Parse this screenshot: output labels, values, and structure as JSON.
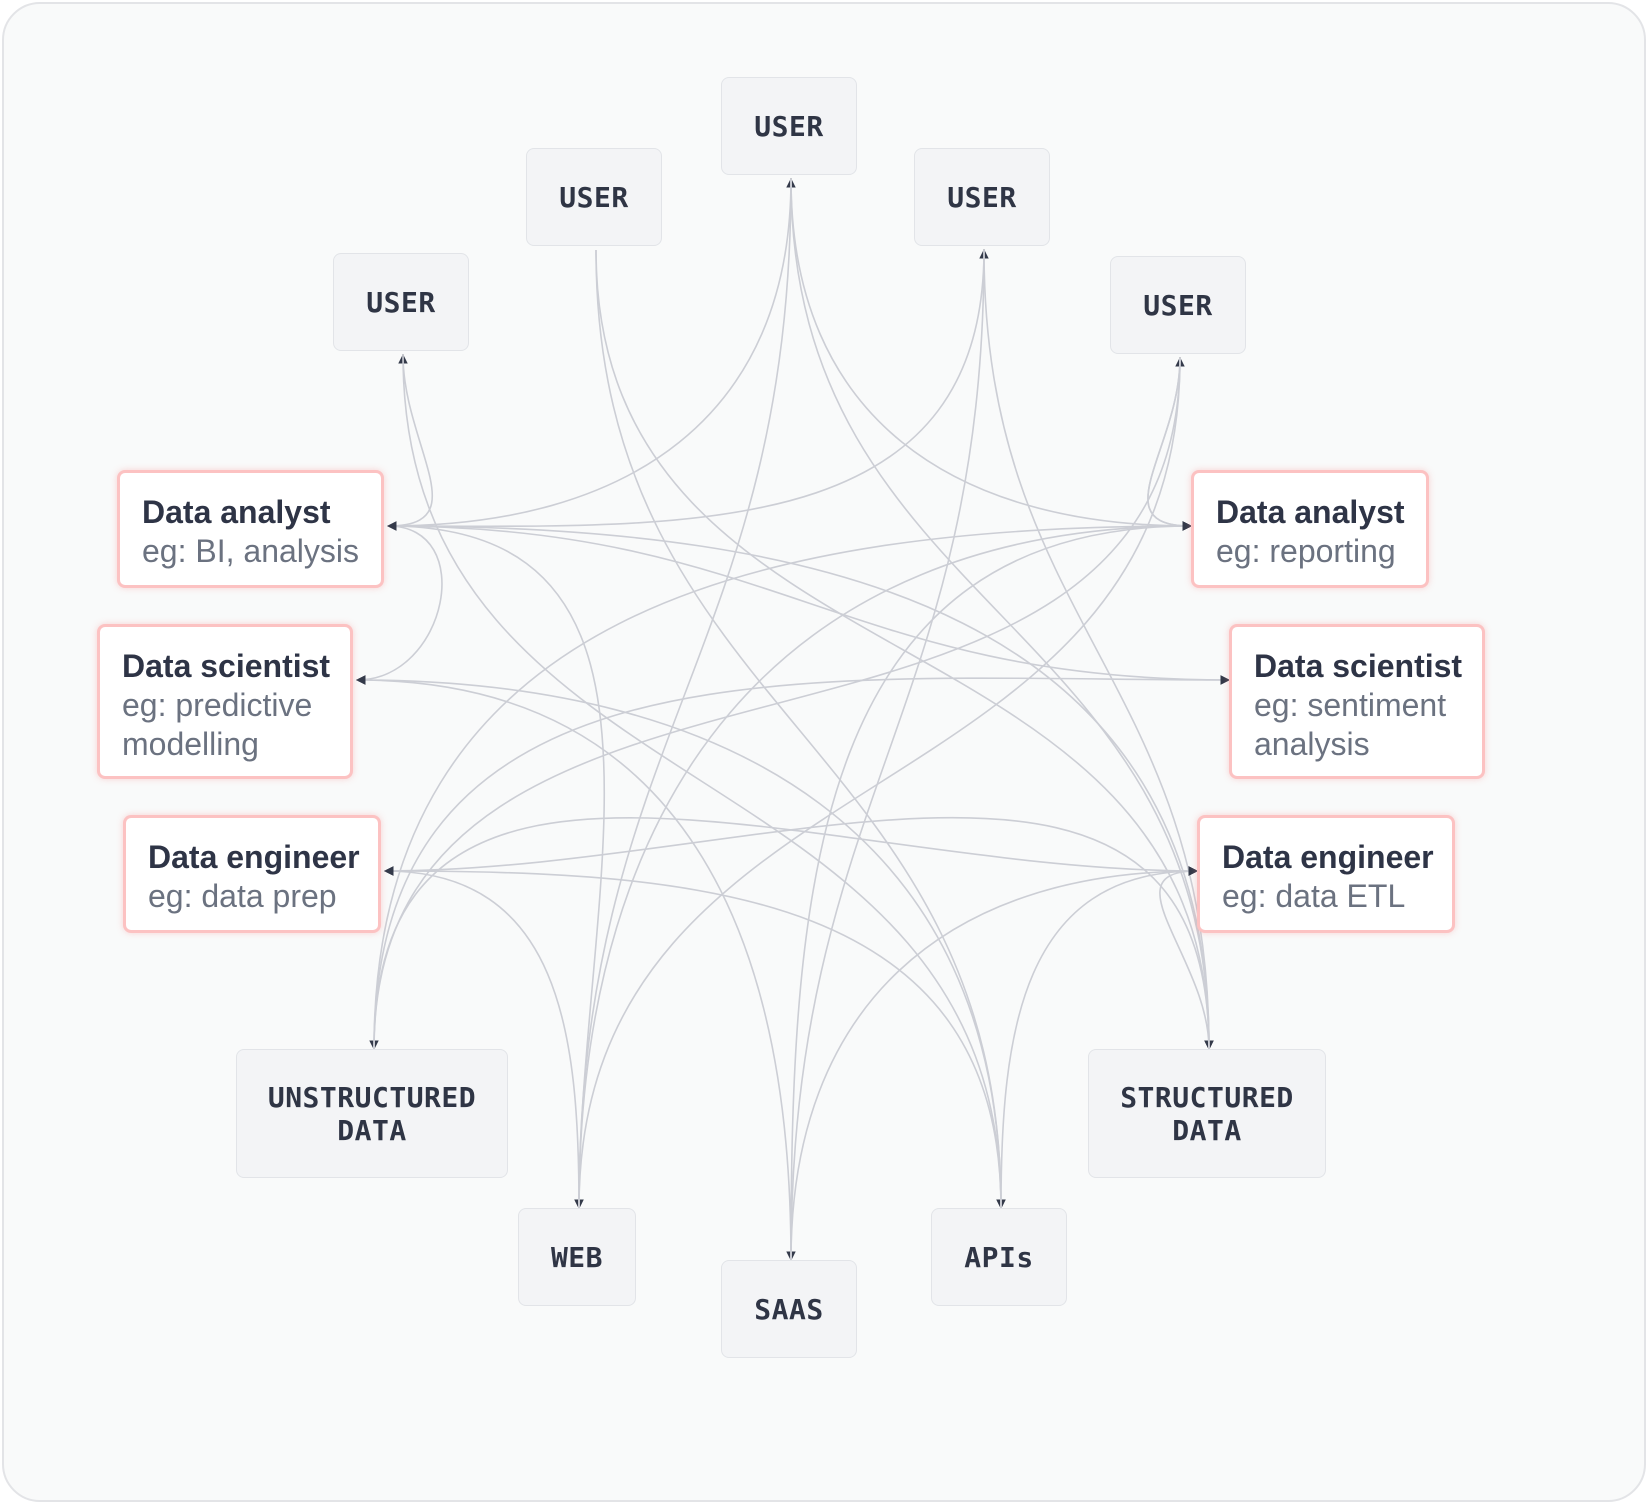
{
  "users": [
    {
      "id": "u1",
      "label": "USER"
    },
    {
      "id": "u2",
      "label": "USER"
    },
    {
      "id": "u3",
      "label": "USER"
    },
    {
      "id": "u4",
      "label": "USER"
    },
    {
      "id": "u5",
      "label": "USER"
    }
  ],
  "roles": [
    {
      "id": "analyst_left",
      "title": "Data analyst",
      "subtitle": "eg: BI, analysis"
    },
    {
      "id": "scientist_left",
      "title": "Data scientist",
      "subtitle": "eg: predictive\nmodelling"
    },
    {
      "id": "engineer_left",
      "title": "Data engineer",
      "subtitle": "eg: data prep"
    },
    {
      "id": "analyst_right",
      "title": "Data analyst",
      "subtitle": "eg: reporting"
    },
    {
      "id": "scientist_right",
      "title": "Data scientist",
      "subtitle": "eg: sentiment\nanalysis"
    },
    {
      "id": "engineer_right",
      "title": "Data engineer",
      "subtitle": "eg: data ETL"
    }
  ],
  "sources": [
    {
      "id": "unstructured",
      "label": "UNSTRUCTURED\nDATA"
    },
    {
      "id": "web",
      "label": "WEB"
    },
    {
      "id": "saas",
      "label": "SAAS"
    },
    {
      "id": "apis",
      "label": "APIs"
    },
    {
      "id": "structured",
      "label": "STRUCTURED\nDATA"
    }
  ],
  "connections": [
    [
      "analyst_left",
      "u1"
    ],
    [
      "analyst_left",
      "u3"
    ],
    [
      "analyst_left",
      "u4"
    ],
    [
      "analyst_left",
      "scientist_left"
    ],
    [
      "analyst_left",
      "scientist_right"
    ],
    [
      "analyst_right",
      "u5"
    ],
    [
      "u1",
      "apis"
    ],
    [
      "u2",
      "structured"
    ],
    [
      "u2",
      "apis"
    ],
    [
      "u3",
      "web"
    ],
    [
      "u3",
      "analyst_right"
    ],
    [
      "u3",
      "structured"
    ],
    [
      "u4",
      "saas"
    ],
    [
      "u4",
      "structured"
    ],
    [
      "u5",
      "analyst_right"
    ],
    [
      "u5",
      "unstructured"
    ],
    [
      "u5",
      "web"
    ],
    [
      "web",
      "analyst_left"
    ],
    [
      "web",
      "analyst_right"
    ],
    [
      "web",
      "engineer_left"
    ],
    [
      "saas",
      "scientist_left"
    ],
    [
      "saas",
      "analyst_right"
    ],
    [
      "saas",
      "engineer_right"
    ],
    [
      "apis",
      "engineer_left"
    ],
    [
      "apis",
      "scientist_left"
    ],
    [
      "apis",
      "engineer_right"
    ],
    [
      "unstructured",
      "scientist_right"
    ],
    [
      "unstructured",
      "engineer_right"
    ],
    [
      "unstructured",
      "analyst_right"
    ],
    [
      "structured",
      "engineer_left"
    ],
    [
      "structured",
      "analyst_left"
    ],
    [
      "structured",
      "engineer_right"
    ]
  ],
  "colors": {
    "edge": "#ccced5",
    "arrowhead": "#343a4a",
    "role_border": "#fcc2c2",
    "node_fill": "#f3f4f6"
  }
}
